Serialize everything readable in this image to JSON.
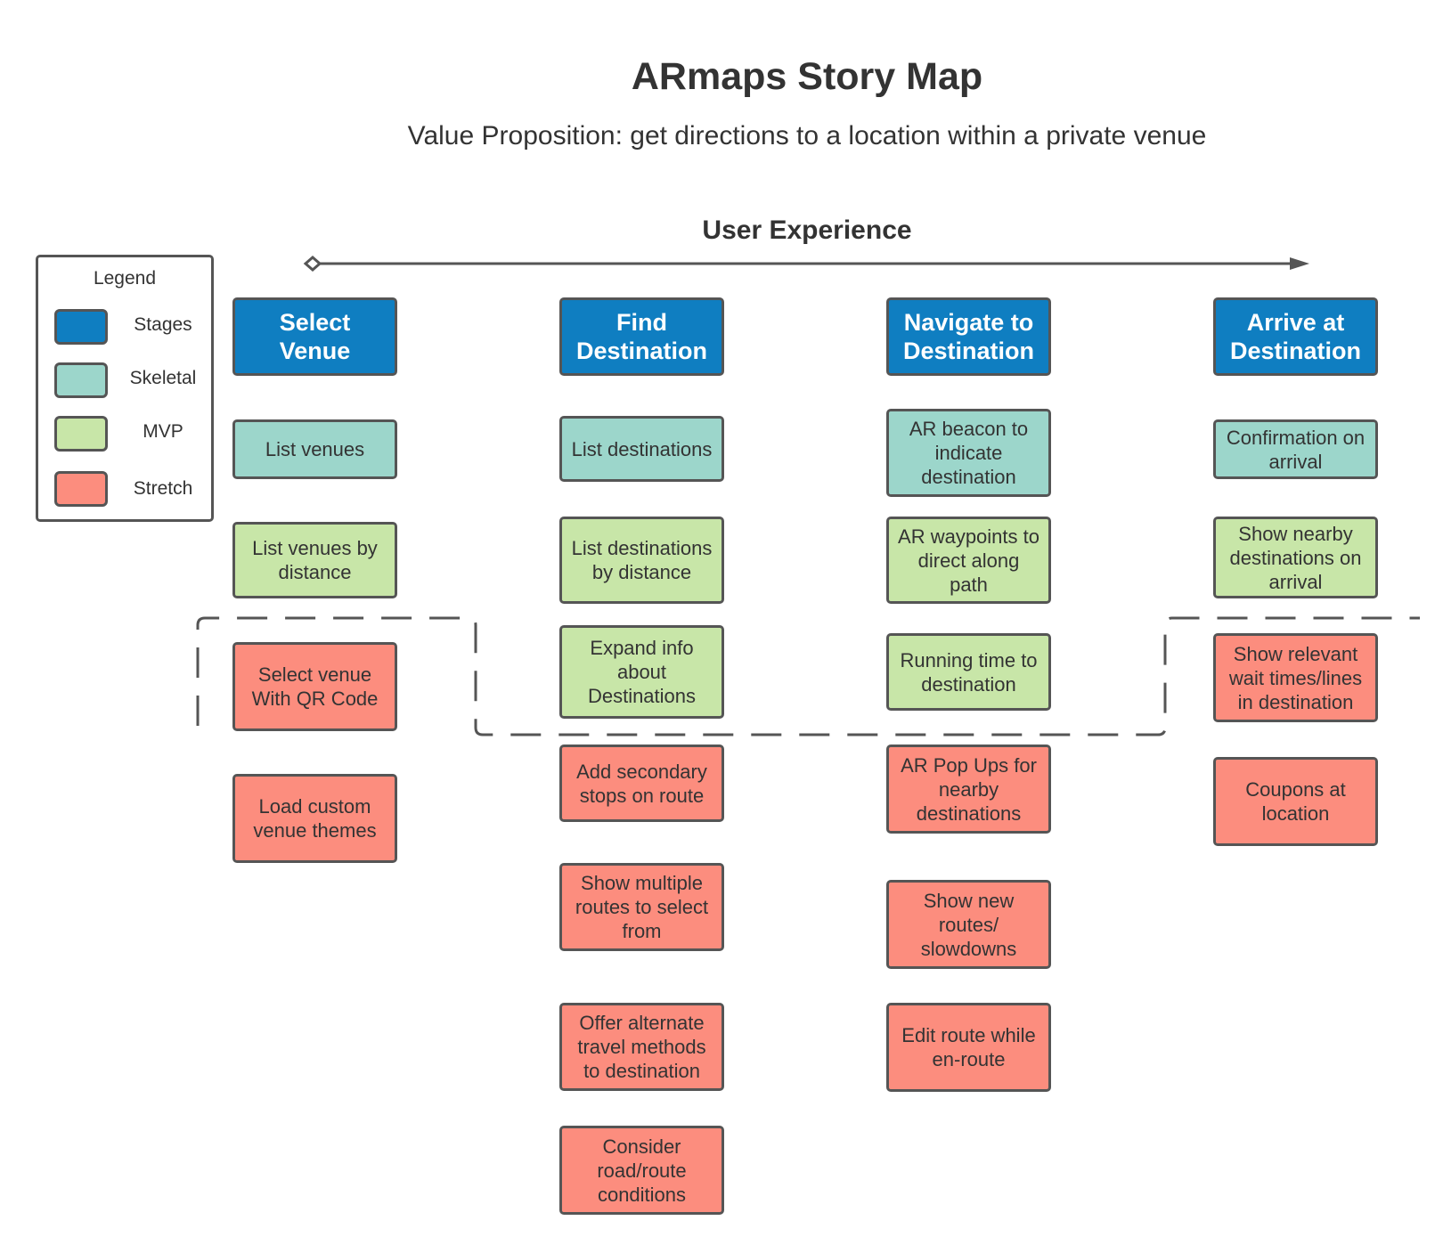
{
  "title": "ARmaps Story Map",
  "subtitle": "Value Proposition: get directions to a location within a private venue",
  "axis_label": "User Experience",
  "colors": {
    "stages": "#0f7ec1",
    "skeletal": "#9cd6cb",
    "mvp": "#c8e6a8",
    "stretch": "#fc8d7e",
    "border": "#555555",
    "text": "#333333"
  },
  "legend": {
    "title": "Legend",
    "items": [
      {
        "label": "Stages",
        "kind": "stages"
      },
      {
        "label": "Skeletal",
        "kind": "skeletal"
      },
      {
        "label": "MVP",
        "kind": "mvp"
      },
      {
        "label": "Stretch",
        "kind": "stretch"
      }
    ]
  },
  "columns": [
    {
      "stage": "Select Venue",
      "cards": [
        {
          "text": "List venues",
          "kind": "skeletal"
        },
        {
          "text": "List venues by distance",
          "kind": "mvp"
        },
        {
          "text": "Select venue With QR Code",
          "kind": "stretch"
        },
        {
          "text": "Load custom venue themes",
          "kind": "stretch"
        }
      ]
    },
    {
      "stage": "Find Destination",
      "cards": [
        {
          "text": "List destinations",
          "kind": "skeletal"
        },
        {
          "text": "List destinations by distance",
          "kind": "mvp"
        },
        {
          "text": "Expand info about Destinations",
          "kind": "mvp"
        },
        {
          "text": "Add secondary stops on route",
          "kind": "stretch"
        },
        {
          "text": "Show multiple routes to select from",
          "kind": "stretch"
        },
        {
          "text": "Offer alternate travel methods to destination",
          "kind": "stretch"
        },
        {
          "text": "Consider road/route conditions",
          "kind": "stretch"
        }
      ]
    },
    {
      "stage": "Navigate to Destination",
      "cards": [
        {
          "text": "AR beacon to indicate destination",
          "kind": "skeletal"
        },
        {
          "text": "AR waypoints to direct along path",
          "kind": "mvp"
        },
        {
          "text": "Running time to destination",
          "kind": "mvp"
        },
        {
          "text": "AR Pop Ups for nearby destinations",
          "kind": "stretch"
        },
        {
          "text": "Show new routes/ slowdowns",
          "kind": "stretch"
        },
        {
          "text": "Edit route while en-route",
          "kind": "stretch"
        }
      ]
    },
    {
      "stage": "Arrive at Destination",
      "cards": [
        {
          "text": "Confirmation on arrival",
          "kind": "skeletal"
        },
        {
          "text": "Show nearby destinations on arrival",
          "kind": "mvp"
        },
        {
          "text": "Show relevant wait times/lines in destination",
          "kind": "stretch"
        },
        {
          "text": "Coupons at location",
          "kind": "stretch"
        }
      ]
    }
  ]
}
